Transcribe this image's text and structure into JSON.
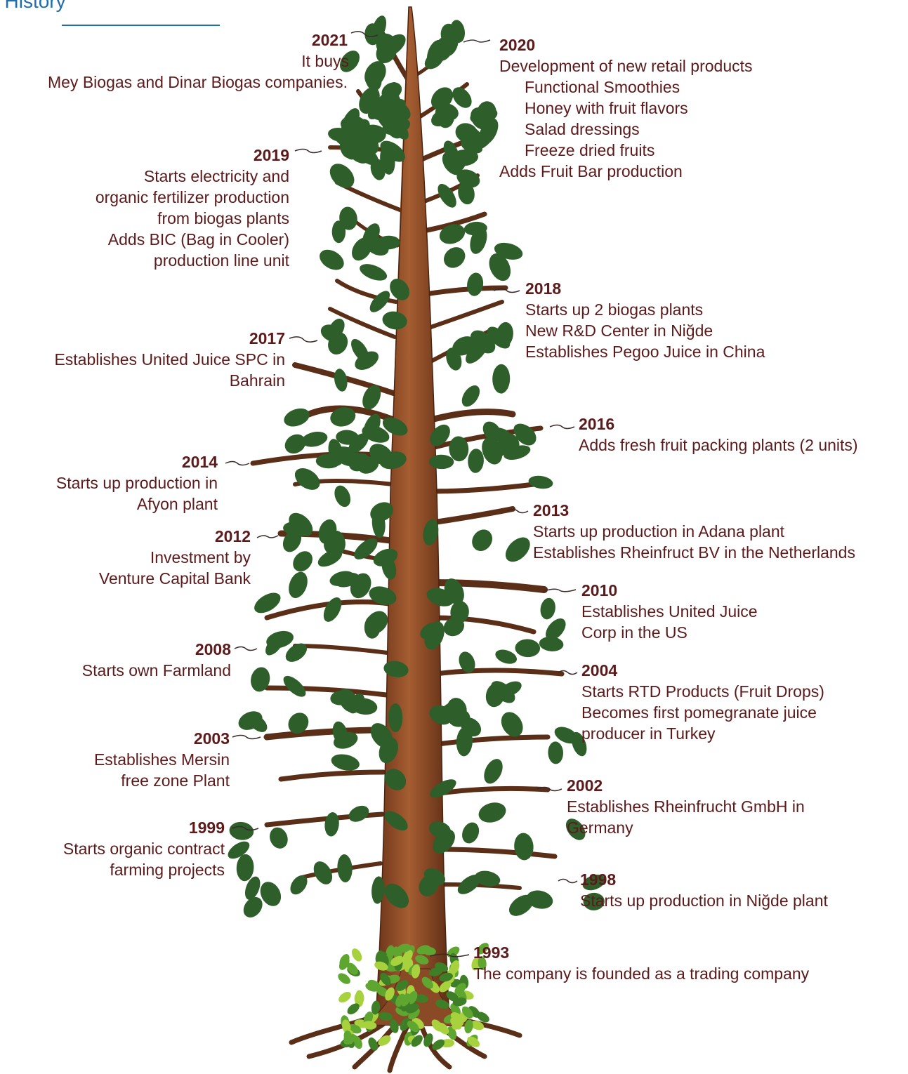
{
  "header": {
    "title": "pany History"
  },
  "colors": {
    "title": "#1f6fae",
    "text": "#5c1a1b",
    "trunk": "#8b4a26",
    "branch": "#5a2e17",
    "leaf": "#2e5e2a",
    "bright_leaf": "#5fa630"
  },
  "milestones": [
    {
      "year": "2021",
      "lines": [
        "It buys",
        "Mey Biogas and Dinar Biogas companies."
      ]
    },
    {
      "year": "2020",
      "lines": [
        "Development of new retail products",
        "Functional Smoothies",
        "Honey with fruit flavors",
        "Salad dressings",
        "Freeze dried fruits",
        "Adds Fruit Bar production"
      ]
    },
    {
      "year": "2019",
      "lines": [
        "Starts electricity and",
        "organic fertilizer production",
        "from biogas plants",
        "Adds BIC (Bag in Cooler)",
        "production line unit"
      ]
    },
    {
      "year": "2018",
      "lines": [
        "Starts up 2 biogas plants",
        "New R&D Center in Niğde",
        "Establishes Pegoo Juice in China"
      ]
    },
    {
      "year": "2017",
      "lines": [
        "Establishes United Juice SPC in",
        "Bahrain"
      ]
    },
    {
      "year": "2016",
      "lines": [
        "Adds fresh fruit packing plants (2 units)"
      ]
    },
    {
      "year": "2014",
      "lines": [
        "Starts up production in",
        "Afyon plant"
      ]
    },
    {
      "year": "2013",
      "lines": [
        "Starts up production in Adana plant",
        "Establishes Rheinfruct BV in the Netherlands"
      ]
    },
    {
      "year": "2012",
      "lines": [
        "Investment by",
        "Venture Capital Bank"
      ]
    },
    {
      "year": "2010",
      "lines": [
        "Establishes United Juice",
        "Corp in the US"
      ]
    },
    {
      "year": "2008",
      "lines": [
        "Starts own Farmland"
      ]
    },
    {
      "year": "2004",
      "lines": [
        "Starts RTD Products (Fruit Drops)",
        "Becomes first pomegranate juice",
        "producer in Turkey"
      ]
    },
    {
      "year": "2003",
      "lines": [
        "Establishes Mersin",
        "free zone Plant"
      ]
    },
    {
      "year": "2002",
      "lines": [
        "Establishes Rheinfrucht GmbH in",
        "Germany"
      ]
    },
    {
      "year": "1999",
      "lines": [
        "Starts organic contract",
        "farming projects"
      ]
    },
    {
      "year": "1998",
      "lines": [
        "Starts up production in Niğde plant"
      ]
    },
    {
      "year": "1993",
      "lines": [
        "The company is founded as a trading company"
      ]
    }
  ]
}
